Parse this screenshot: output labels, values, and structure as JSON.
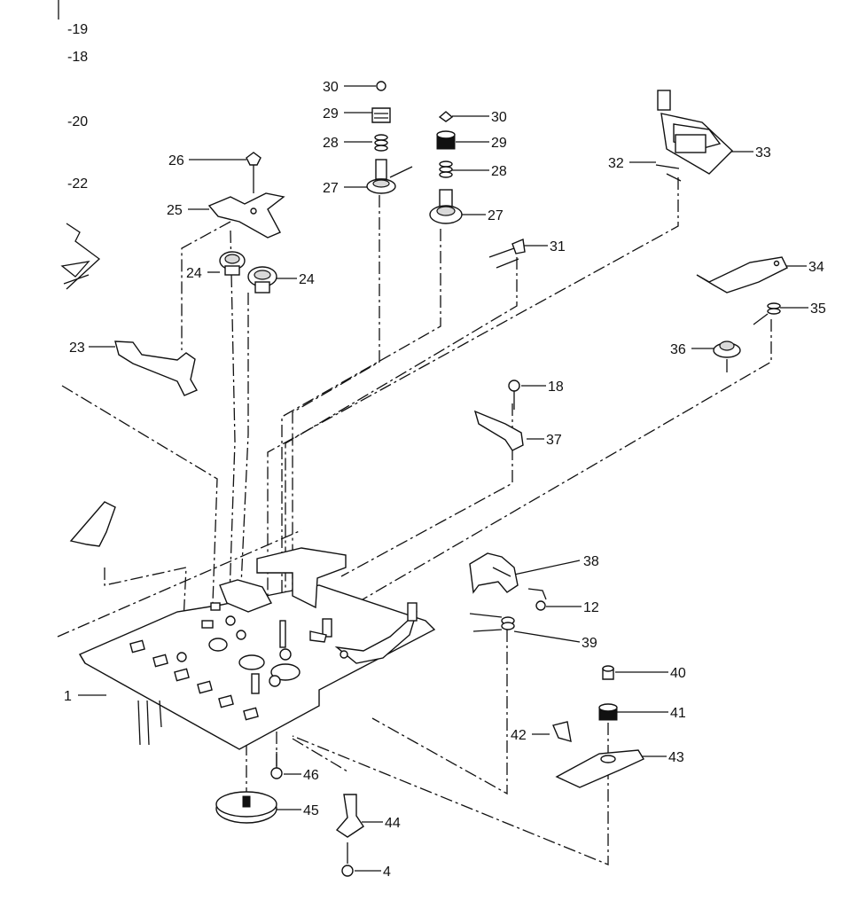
{
  "diagram": {
    "callouts": {
      "c19": "-19",
      "c18a": "-18",
      "c20": "-20",
      "c22": "-22",
      "c30a": "30",
      "c29a": "29",
      "c28a": "28",
      "c27a": "27",
      "c30b": "30",
      "c29b": "29",
      "c28b": "28",
      "c27b": "27",
      "c26": "26",
      "c25": "25",
      "c24a": "24",
      "c24b": "24",
      "c23": "23",
      "c31": "31",
      "c32": "32",
      "c33": "33",
      "c34": "34",
      "c35": "35",
      "c36": "36",
      "c18b": "18",
      "c37": "37",
      "c38": "38",
      "c12": "12",
      "c39": "39",
      "c40": "40",
      "c41": "41",
      "c42": "42",
      "c43": "43",
      "c1": "1",
      "c46": "46",
      "c45": "45",
      "c44": "44",
      "c4": "4"
    }
  }
}
